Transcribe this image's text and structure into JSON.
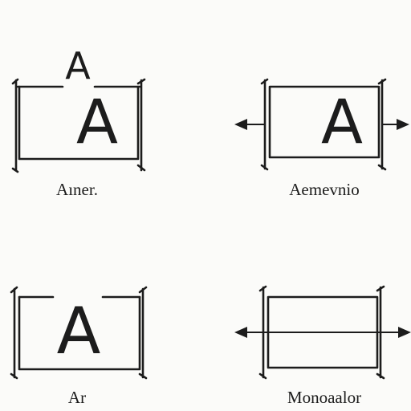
{
  "panels": [
    {
      "id": "top-left",
      "above_letter": "A",
      "inner_letter": "A",
      "caption": "Aıner."
    },
    {
      "id": "top-right",
      "inner_letter": "A",
      "caption": "Aemevnio"
    },
    {
      "id": "bottom-left",
      "inner_letter": "A",
      "caption": "Ar"
    },
    {
      "id": "bottom-right",
      "caption": "Monoaalor"
    }
  ]
}
